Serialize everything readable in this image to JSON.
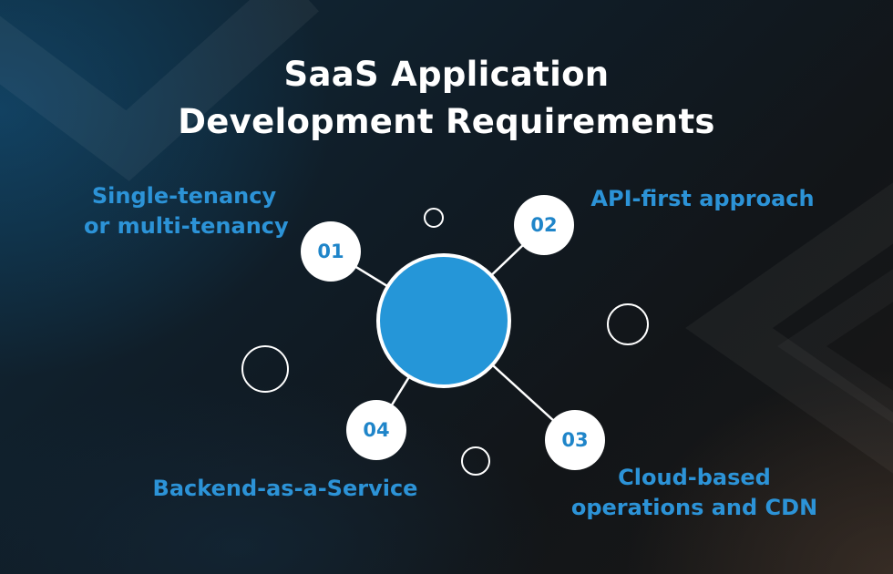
{
  "title_line1": "SaaS Application",
  "title_line2": "Development Requirements",
  "colors": {
    "accent": "#2c93d7",
    "hub": "#2596d8",
    "white": "#ffffff"
  },
  "nodes": [
    {
      "number": "01",
      "label_line1": "Single-tenancy",
      "label_line2": "or multi-tenancy"
    },
    {
      "number": "02",
      "label_line1": "API-first approach",
      "label_line2": ""
    },
    {
      "number": "03",
      "label_line1": "Cloud-based",
      "label_line2": "operations and CDN"
    },
    {
      "number": "04",
      "label_line1": "Backend-as-a-Service",
      "label_line2": ""
    }
  ]
}
